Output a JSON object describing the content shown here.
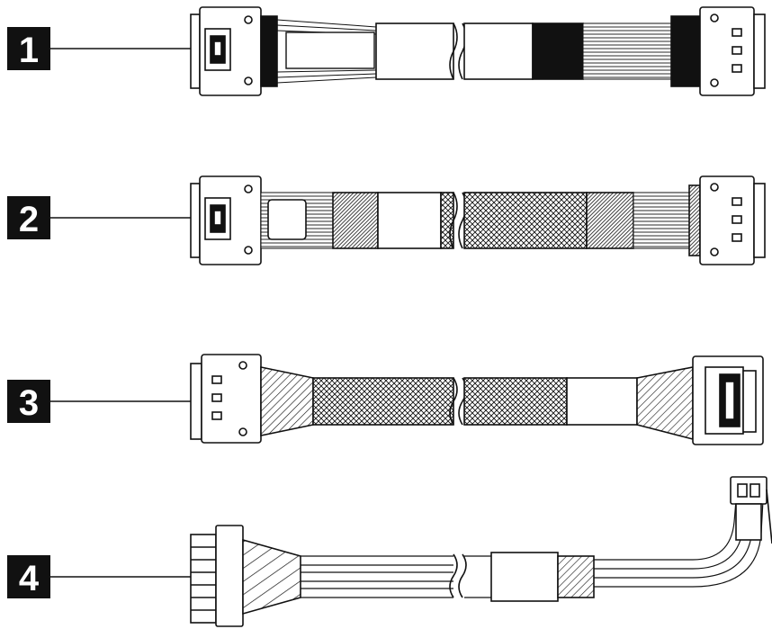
{
  "callouts": [
    {
      "label": "1"
    },
    {
      "label": "2"
    },
    {
      "label": "3"
    },
    {
      "label": "4"
    }
  ],
  "colors": {
    "background": "#ffffff",
    "ink": "#111111",
    "callout_fill": "#111111",
    "callout_text": "#ffffff"
  }
}
